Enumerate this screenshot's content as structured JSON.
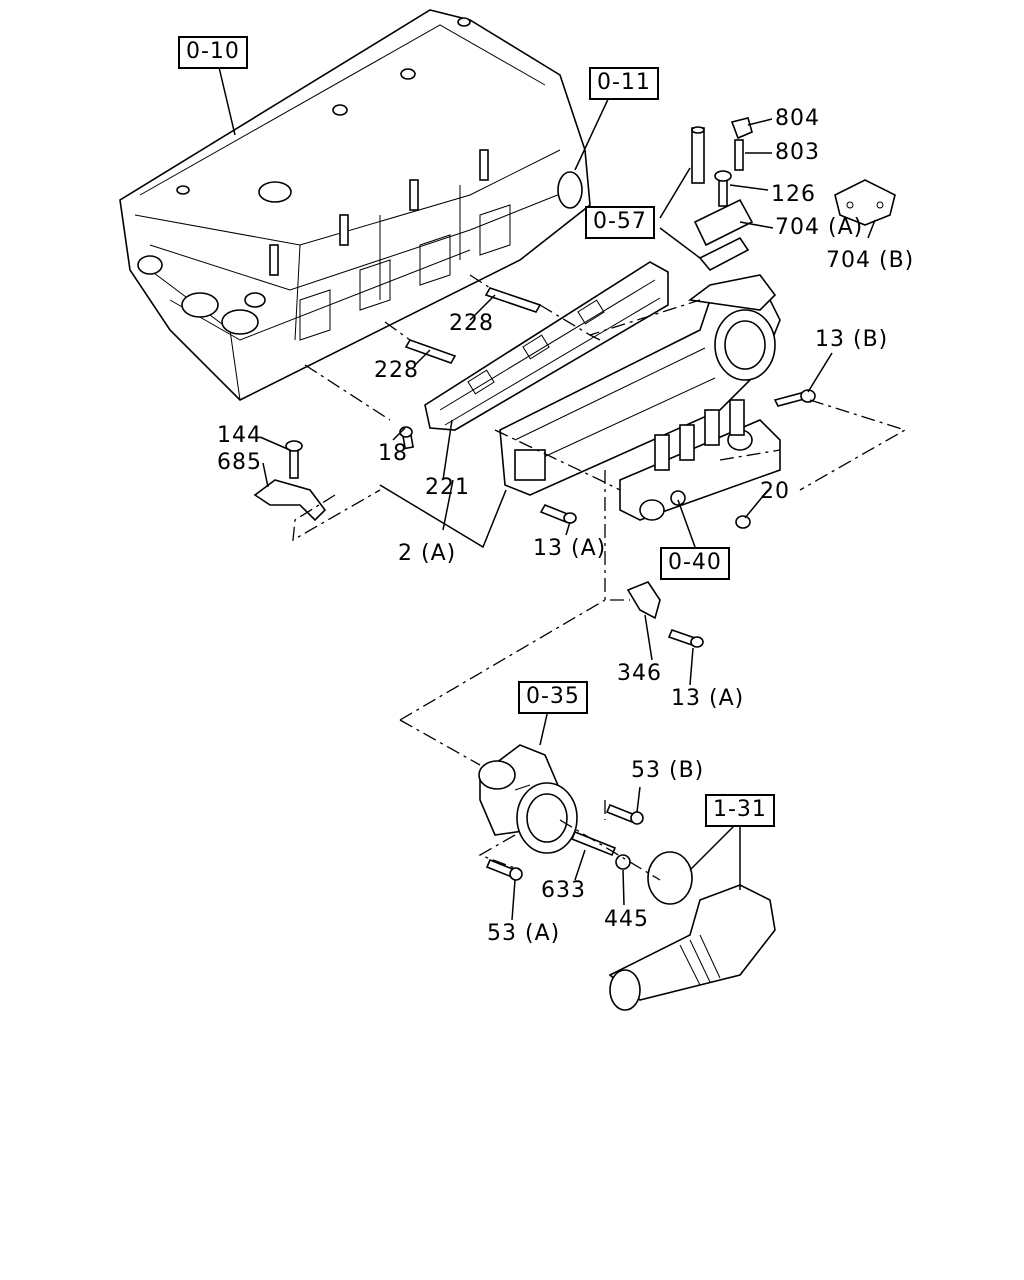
{
  "ref_boxes": {
    "b010": "0-10",
    "b011": "0-11",
    "b057": "0-57",
    "b040": "0-40",
    "b035": "0-35",
    "b131": "1-31"
  },
  "part_labels": {
    "p804": "804",
    "p803": "803",
    "p126": "126",
    "p704a": "704 (A)",
    "p704b": "704 (B)",
    "p13b": "13 (B)",
    "p228a": "228",
    "p228b": "228",
    "p18": "18",
    "p144": "144",
    "p685": "685",
    "p221": "221",
    "p2a": "2 (A)",
    "p13a1": "13 (A)",
    "p20": "20",
    "p346": "346",
    "p13a2": "13 (A)",
    "p53b": "53 (B)",
    "p633": "633",
    "p445": "445",
    "p53a": "53 (A)"
  }
}
